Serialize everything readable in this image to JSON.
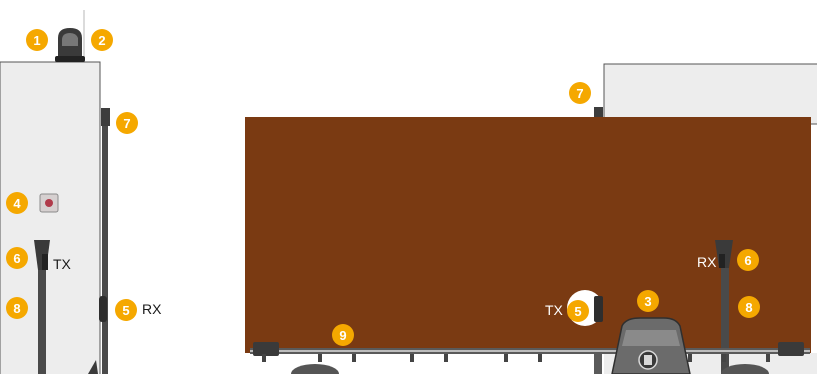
{
  "badges": {
    "b1": "1",
    "b2": "2",
    "b3": "3",
    "b4": "4",
    "b5_left": "5",
    "b5_gate": "5",
    "b6_left": "6",
    "b6_right": "6",
    "b7_left": "7",
    "b7_right": "7",
    "b8_left": "8",
    "b8_right": "8",
    "b9": "9"
  },
  "labels": {
    "tx_left": "TX",
    "rx_left": "RX",
    "rx_right": "RX",
    "tx_gate": "TX"
  },
  "colors": {
    "badge": "#F5A800",
    "gate": "#7A3A12",
    "pillar": "#EDEDED",
    "post": "#4A4A4A"
  },
  "icons": {
    "flashing_light": "flashing-lamp-icon",
    "key_switch": "key-selector-icon",
    "motor": "gate-motor-icon"
  }
}
